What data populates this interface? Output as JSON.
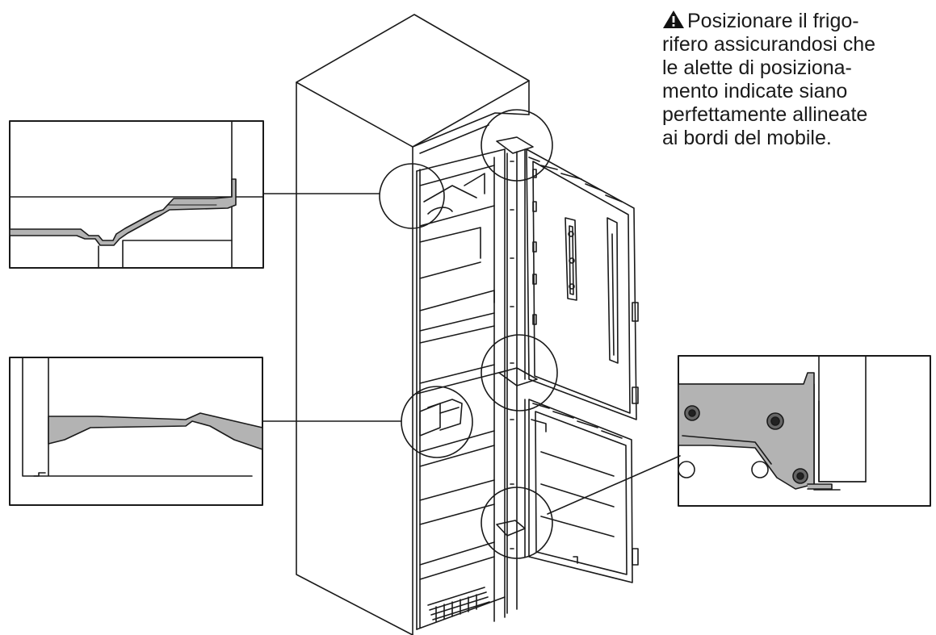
{
  "warning": {
    "icon": "warning-triangle-icon",
    "lines": [
      "Posizionare il frigo-",
      "rifero assicurandosi che",
      "le alette di posiziona-",
      "mento indicate siano",
      "perfettamente allineate",
      "ai bordi del mobile."
    ]
  },
  "colors": {
    "line": "#1a1a1a",
    "fill_grey": "#b3b3b3",
    "dark": "#333333",
    "background": "#ffffff"
  }
}
